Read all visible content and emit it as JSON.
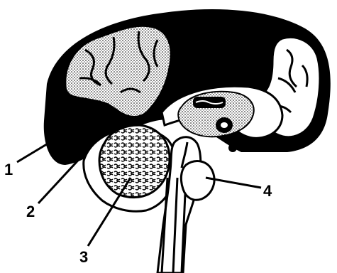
{
  "figure": {
    "labels": [
      {
        "number": "1"
      },
      {
        "number": "2"
      },
      {
        "number": "3"
      },
      {
        "number": "4"
      }
    ]
  },
  "colors": {
    "ink": "#000000",
    "paper": "#ffffff",
    "stipple": "#c9c9c9"
  }
}
